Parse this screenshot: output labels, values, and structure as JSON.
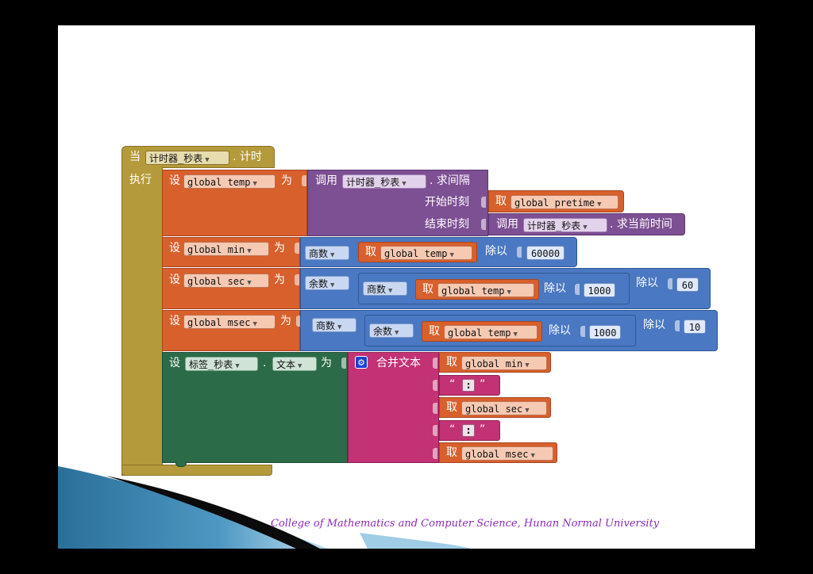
{
  "event": {
    "when": "当",
    "component": "计时器_秒表",
    "event_name": ". 计时",
    "do": "执行"
  },
  "set_kw": "设",
  "to_kw": "为",
  "get_kw": "取",
  "call_kw": "调用",
  "divide_kw": "除以",
  "quotient_kw": "商数",
  "remainder_kw": "余数",
  "dot": ".",
  "block1": {
    "var": "global  temp",
    "method": ". 求间隔",
    "start_label": "开始时刻",
    "start_var": "global  pretime",
    "end_label": "结束时刻",
    "end_component": "计时器_秒表",
    "end_method": ". 求当前时间"
  },
  "block2": {
    "var": "global  min",
    "get_var": "global  temp",
    "divisor": "60000"
  },
  "block3": {
    "var": "global  sec",
    "get_var": "global  temp",
    "div1": "1000",
    "div2": "60"
  },
  "block4": {
    "var": "global  msec",
    "get_var": "global  temp",
    "div1": "1000",
    "div2": "10"
  },
  "block5": {
    "component": "标签_秒表",
    "property": "文本",
    "join_kw": "合并文本",
    "gear": "⚙",
    "item1": "global  min",
    "sep": ":",
    "item2": "global  sec",
    "item3": "global  msec",
    "quote_open": "“",
    "quote_close": "”"
  },
  "footer": "College of Mathematics and Computer Science,    Hunan Normal University"
}
